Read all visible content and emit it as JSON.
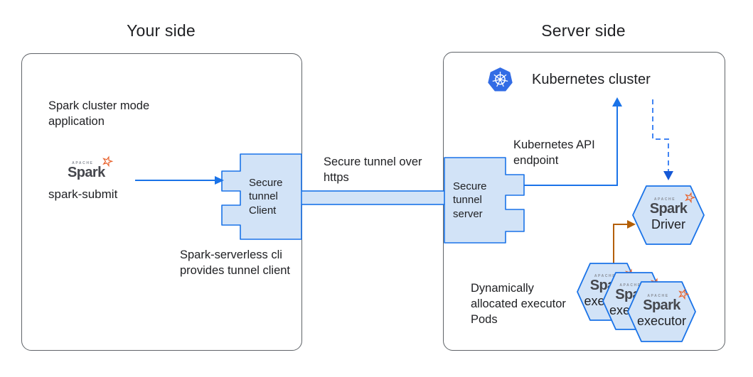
{
  "diagram": {
    "left_title": "Your side",
    "right_title": "Server side"
  },
  "left_panel": {
    "app_label": "Spark cluster mode application",
    "spark_submit_label": "spark-submit",
    "tunnel_client_label": "Secure tunnel Client",
    "cli_note": "Spark-serverless cli provides tunnel client"
  },
  "connection": {
    "tunnel_label": "Secure tunnel over https"
  },
  "right_panel": {
    "cluster_label": "Kubernetes cluster",
    "api_endpoint_label": "Kubernetes API endpoint",
    "tunnel_server_label": "Secure tunnel server",
    "pods_note": "Dynamically allocated executor Pods",
    "driver_label": "Driver",
    "executors": [
      {
        "label": "executor"
      },
      {
        "label": "executor"
      },
      {
        "label": "executor"
      }
    ]
  },
  "spark_logo": {
    "apache": "APACHE",
    "word": "Spark",
    "star": "☆"
  },
  "colors": {
    "line_blue": "#1a73e8",
    "dashed_blue": "#4285f4",
    "shape_fill": "#d2e3f7",
    "orange_arrow": "#b45f06",
    "kubernetes_blue": "#326ce5",
    "spark_orange": "#e8622d",
    "box_border": "#5f6368",
    "text": "#202124"
  }
}
